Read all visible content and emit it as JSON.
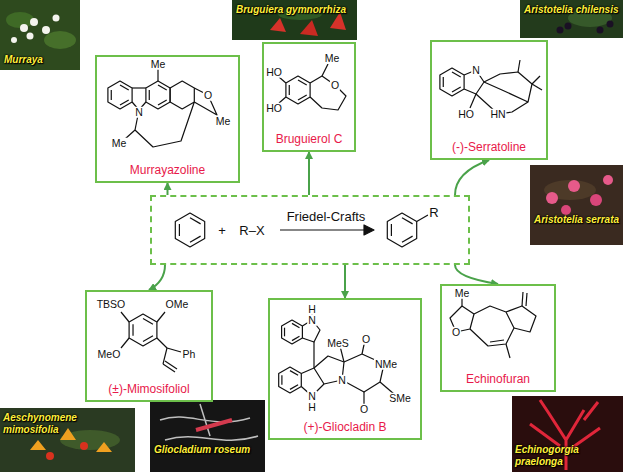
{
  "diagram": {
    "nodes": [
      {
        "text": [
          "Me",
          "N",
          "Me",
          "O",
          "Me",
          "Murrayazoline"
        ]
      },
      {
        "text": [
          "HO",
          "Me",
          "HO",
          "O",
          "Bruguierol C"
        ]
      },
      {
        "text": [
          "N",
          "HO",
          "HN",
          "(-)-Serratoline"
        ]
      },
      {
        "text": [
          "+",
          "R–X",
          "Friedel-Crafts",
          "R"
        ]
      },
      {
        "text": [
          "TBSO",
          "OMe",
          "MeO",
          "Ph",
          "(±)-Mimosifoliol"
        ]
      },
      {
        "text": [
          "N",
          "H",
          "MeS",
          "O",
          "NMe",
          "N",
          "N",
          "H",
          "O",
          "SMe",
          "(+)-Gliocladin B"
        ]
      },
      {
        "text": [
          "Me",
          "O",
          "Echinofuran"
        ]
      }
    ],
    "edges": [
      {
        "from": 3,
        "to": 0,
        "arrow": "to"
      },
      {
        "from": 3,
        "to": 1,
        "arrow": "to"
      },
      {
        "from": 3,
        "to": 2,
        "arrow": "to"
      },
      {
        "from": 3,
        "to": 4,
        "arrow": "to"
      },
      {
        "from": 3,
        "to": 5,
        "arrow": "to"
      },
      {
        "from": 3,
        "to": 6,
        "arrow": "to"
      }
    ],
    "labels": [
      "Murraya",
      "Bruguiera gymnorrhiza",
      "Aristotelia chilensis",
      "Aristotelia serrata",
      "Echinogorgia praelonga",
      "Gliocladium roseum",
      "Aeschynomene mimosifolia"
    ]
  }
}
